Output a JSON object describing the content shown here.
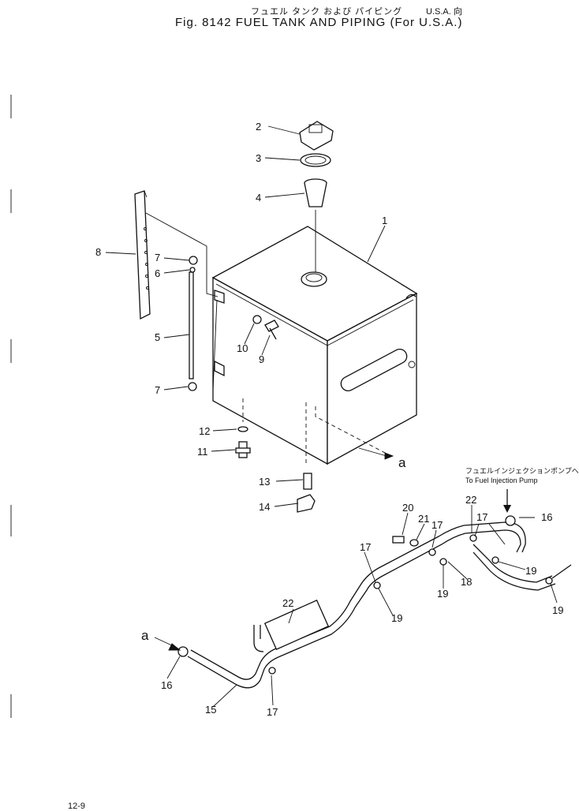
{
  "header": {
    "jp_title": "フュエル タンク および パイピング",
    "usa_jp": "U.S.A. 向",
    "fig_title": "Fig. 8142   FUEL TANK AND PIPING (For U.S.A.)"
  },
  "callouts": {
    "c1": "1",
    "c2": "2",
    "c3": "3",
    "c4": "4",
    "c5": "5",
    "c6": "6",
    "c7a": "7",
    "c7b": "7",
    "c8": "8",
    "c9": "9",
    "c10": "10",
    "c11": "11",
    "c12": "12",
    "c13": "13",
    "c14": "14",
    "c15": "15",
    "c16a": "16",
    "c16b": "16",
    "c17a": "17",
    "c17b": "17",
    "c17c": "17",
    "c17d": "17",
    "c18": "18",
    "c19a": "19",
    "c19b": "19",
    "c19c": "19",
    "c19d": "19",
    "c20": "20",
    "c21": "21",
    "c22a": "22",
    "c22b": "22",
    "a1": "a",
    "a2": "a"
  },
  "notes": {
    "pump_jp": "フュエルインジェクションポンプへ",
    "pump_en": "To Fuel Injection Pump"
  },
  "footer": {
    "page": "12-9"
  }
}
